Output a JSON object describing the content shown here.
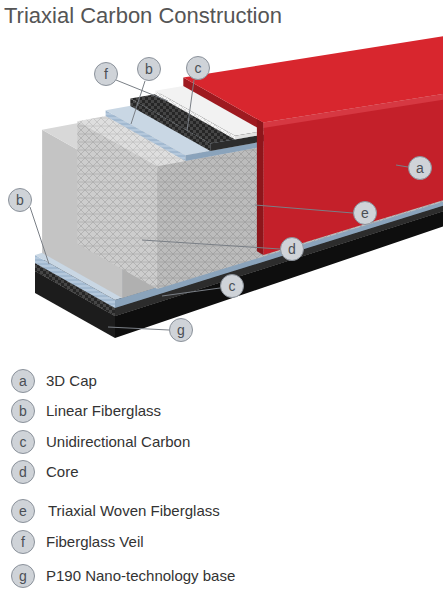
{
  "diagram": {
    "title": "Triaxial Carbon Construction",
    "nodes": [
      {
        "text": [
          "f"
        ]
      },
      {
        "text": [
          "b"
        ]
      },
      {
        "text": [
          "c"
        ]
      },
      {
        "text": [
          "a"
        ]
      },
      {
        "text": [
          "b"
        ]
      },
      {
        "text": [
          "e"
        ]
      },
      {
        "text": [
          "d"
        ]
      },
      {
        "text": [
          "c"
        ]
      },
      {
        "text": [
          "g"
        ]
      },
      {
        "text": [
          "a"
        ]
      },
      {
        "text": [
          "b"
        ]
      },
      {
        "text": [
          "c"
        ]
      },
      {
        "text": [
          "d"
        ]
      },
      {
        "text": [
          "e"
        ]
      },
      {
        "text": [
          "f"
        ]
      },
      {
        "text": [
          "g"
        ]
      }
    ],
    "labels": [
      "3D Cap",
      "Linear Fiberglass",
      "Unidirectional Carbon",
      "Core",
      "Triaxial Woven Fiberglass",
      "Fiberglass Veil",
      "P190 Nano-technology base"
    ]
  }
}
